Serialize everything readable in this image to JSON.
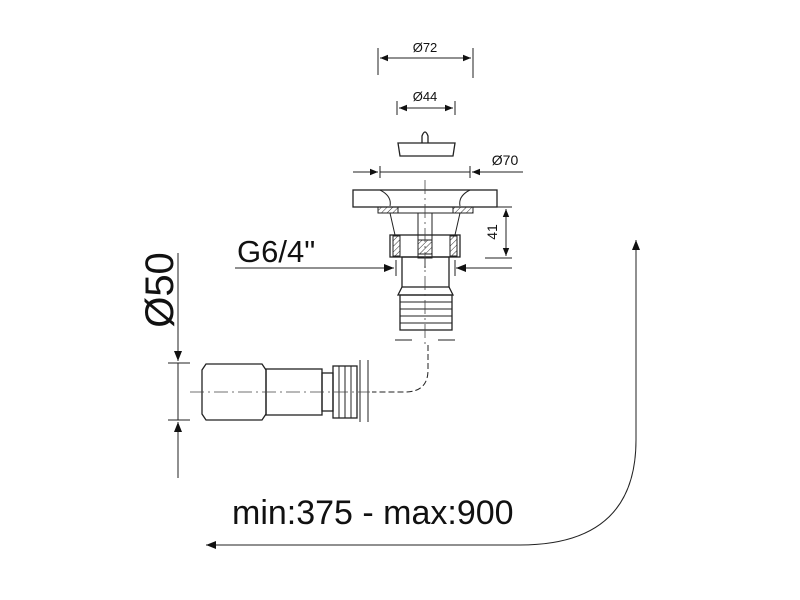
{
  "drawing": {
    "dim_cap_outer": "Ø72",
    "dim_cap_inner": "Ø44",
    "dim_flange_hole": "Ø70",
    "dim_height": "41",
    "thread_label": "G6/4\"",
    "dim_outlet": "Ø50",
    "length_range": "min:375 - max:900"
  },
  "colors": {
    "line": "#222222",
    "background": "#ffffff"
  }
}
